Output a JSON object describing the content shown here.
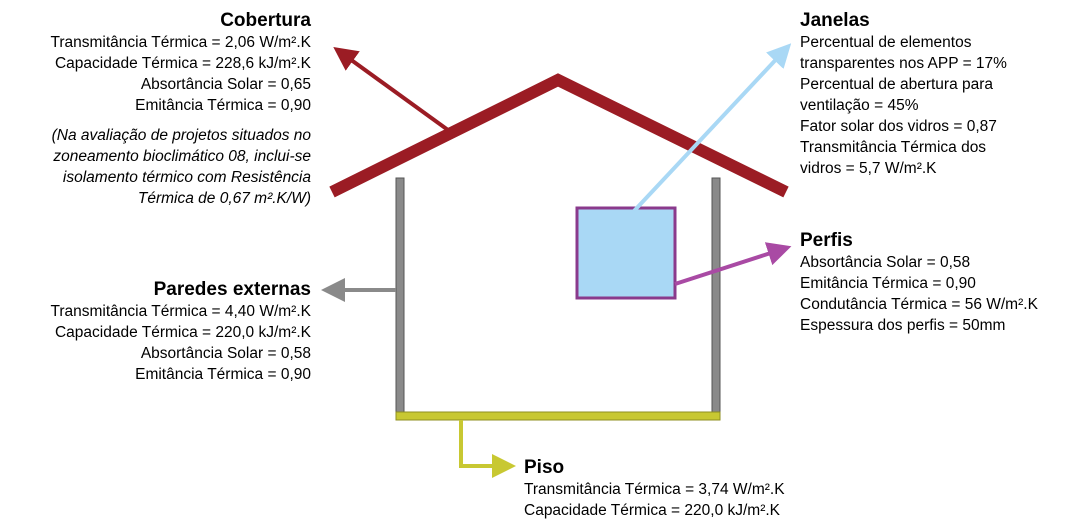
{
  "colors": {
    "roof": "#9b1c24",
    "wall": "#8a8a8a",
    "floor": "#c8c832",
    "window_fill": "#a9d8f5",
    "window_border": "#8a3a8c",
    "arrow_roof": "#9b1c24",
    "arrow_window": "#a9d8f5",
    "arrow_profile": "#a94aa4",
    "arrow_wall": "#8a8a8a",
    "arrow_floor": "#c8c832"
  },
  "cobertura": {
    "title": "Cobertura",
    "lines": [
      "Transmitância Térmica = 2,06 W/m².K",
      "Capacidade Térmica = 228,6 kJ/m².K",
      "Absortância Solar = 0,65",
      "Emitância Térmica = 0,90"
    ],
    "note": [
      "(Na avaliação de projetos situados no",
      "zoneamento bioclimático 08, inclui-se",
      "isolamento térmico com Resistência",
      "Térmica de 0,67 m².K/W)"
    ]
  },
  "janelas": {
    "title": "Janelas",
    "lines": [
      "Percentual de elementos",
      "transparentes nos APP = 17%",
      "Percentual de abertura para",
      "ventilação = 45%",
      "Fator solar dos vidros = 0,87",
      "Transmitância Térmica dos",
      "vidros = 5,7 W/m².K"
    ]
  },
  "perfis": {
    "title": "Perfis",
    "lines": [
      "Absortância Solar = 0,58",
      "Emitância Térmica = 0,90",
      "Condutância Térmica = 56 W/m².K",
      "Espessura dos perfis = 50mm"
    ]
  },
  "paredes": {
    "title": "Paredes externas",
    "lines": [
      "Transmitância Térmica = 4,40 W/m².K",
      "Capacidade Térmica = 220,0 kJ/m².K",
      "Absortância Solar = 0,58",
      "Emitância Térmica = 0,90"
    ]
  },
  "piso": {
    "title": "Piso",
    "lines": [
      "Transmitância Térmica = 3,74 W/m².K",
      "Capacidade Térmica = 220,0 kJ/m².K"
    ]
  }
}
